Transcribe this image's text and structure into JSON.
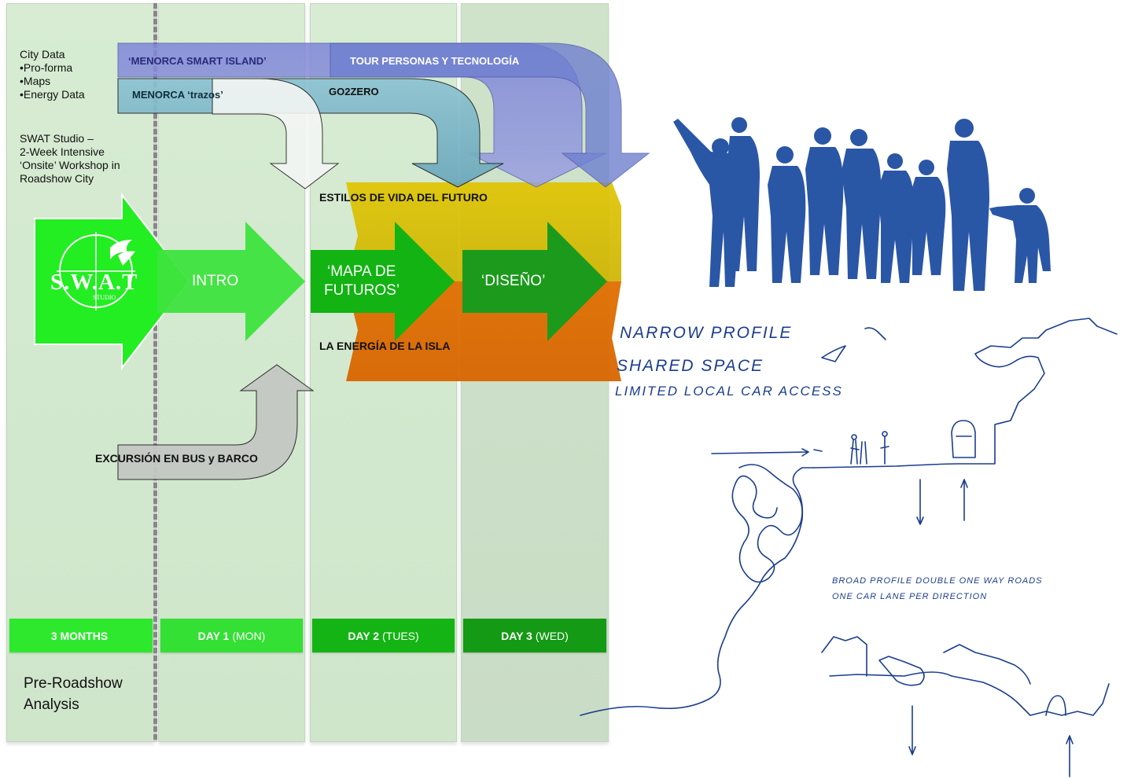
{
  "left_notes": {
    "city_data": [
      "City Data",
      "•Pro-forma",
      "•Maps",
      "•Energy Data"
    ],
    "swat_studio": [
      "SWAT Studio –",
      "2-Week Intensive",
      "‘Onsite’ Workshop in",
      "Roadshow City"
    ],
    "pre_roadshow": [
      "Pre-Roadshow",
      "Analysis"
    ]
  },
  "top_arrows": {
    "menorca_smart_island": "‘MENORCA SMART ISLAND’",
    "tour": "TOUR PERSONAS Y TECNOLOGÍA",
    "menorca_trazos": "MENORCA ‘trazos’",
    "go2zero": "GO2ZERO"
  },
  "themes": {
    "estilos": "ESTILOS DE VIDA DEL FUTURO",
    "energia": "LA ENERGÍA DE LA ISLA",
    "excursion": "EXCURSIÓN EN BUS y BARCO"
  },
  "logo": {
    "text": "S.W.A.T",
    "sub": "STUDIO"
  },
  "phases": {
    "intro": "INTRO",
    "mapa_line1": "‘MAPA DE",
    "mapa_line2": "FUTUROS’",
    "diseno": "‘DISEÑO’"
  },
  "footer": [
    {
      "bold": "3 MONTHS",
      "rest": ""
    },
    {
      "bold": "DAY 1",
      "rest": "(MON)"
    },
    {
      "bold": "DAY 2",
      "rest": "(TUES)"
    },
    {
      "bold": "DAY 3",
      "rest": "(WED)"
    }
  ],
  "sketch": {
    "note1": "NARROW PROFILE",
    "note2": "SHARED SPACE",
    "note3": "LIMITED LOCAL CAR ACCESS",
    "note4": "BROAD PROFILE DOUBLE ONE WAY ROADS",
    "note5": "ONE CAR LANE PER DIRECTION"
  },
  "colors": {
    "column_bg": "#d3e9cf",
    "bright_green": "#22dd22",
    "mid_green": "#11aa11",
    "dark_green": "#118c11",
    "yellow_band": "#d8c000",
    "orange_band": "#dd6a00",
    "arrow_purple": "#8a8fd8",
    "arrow_blue": "#7ab0c4",
    "silhouette_blue": "#2a56a6",
    "ink_blue": "#1b3d8f"
  }
}
